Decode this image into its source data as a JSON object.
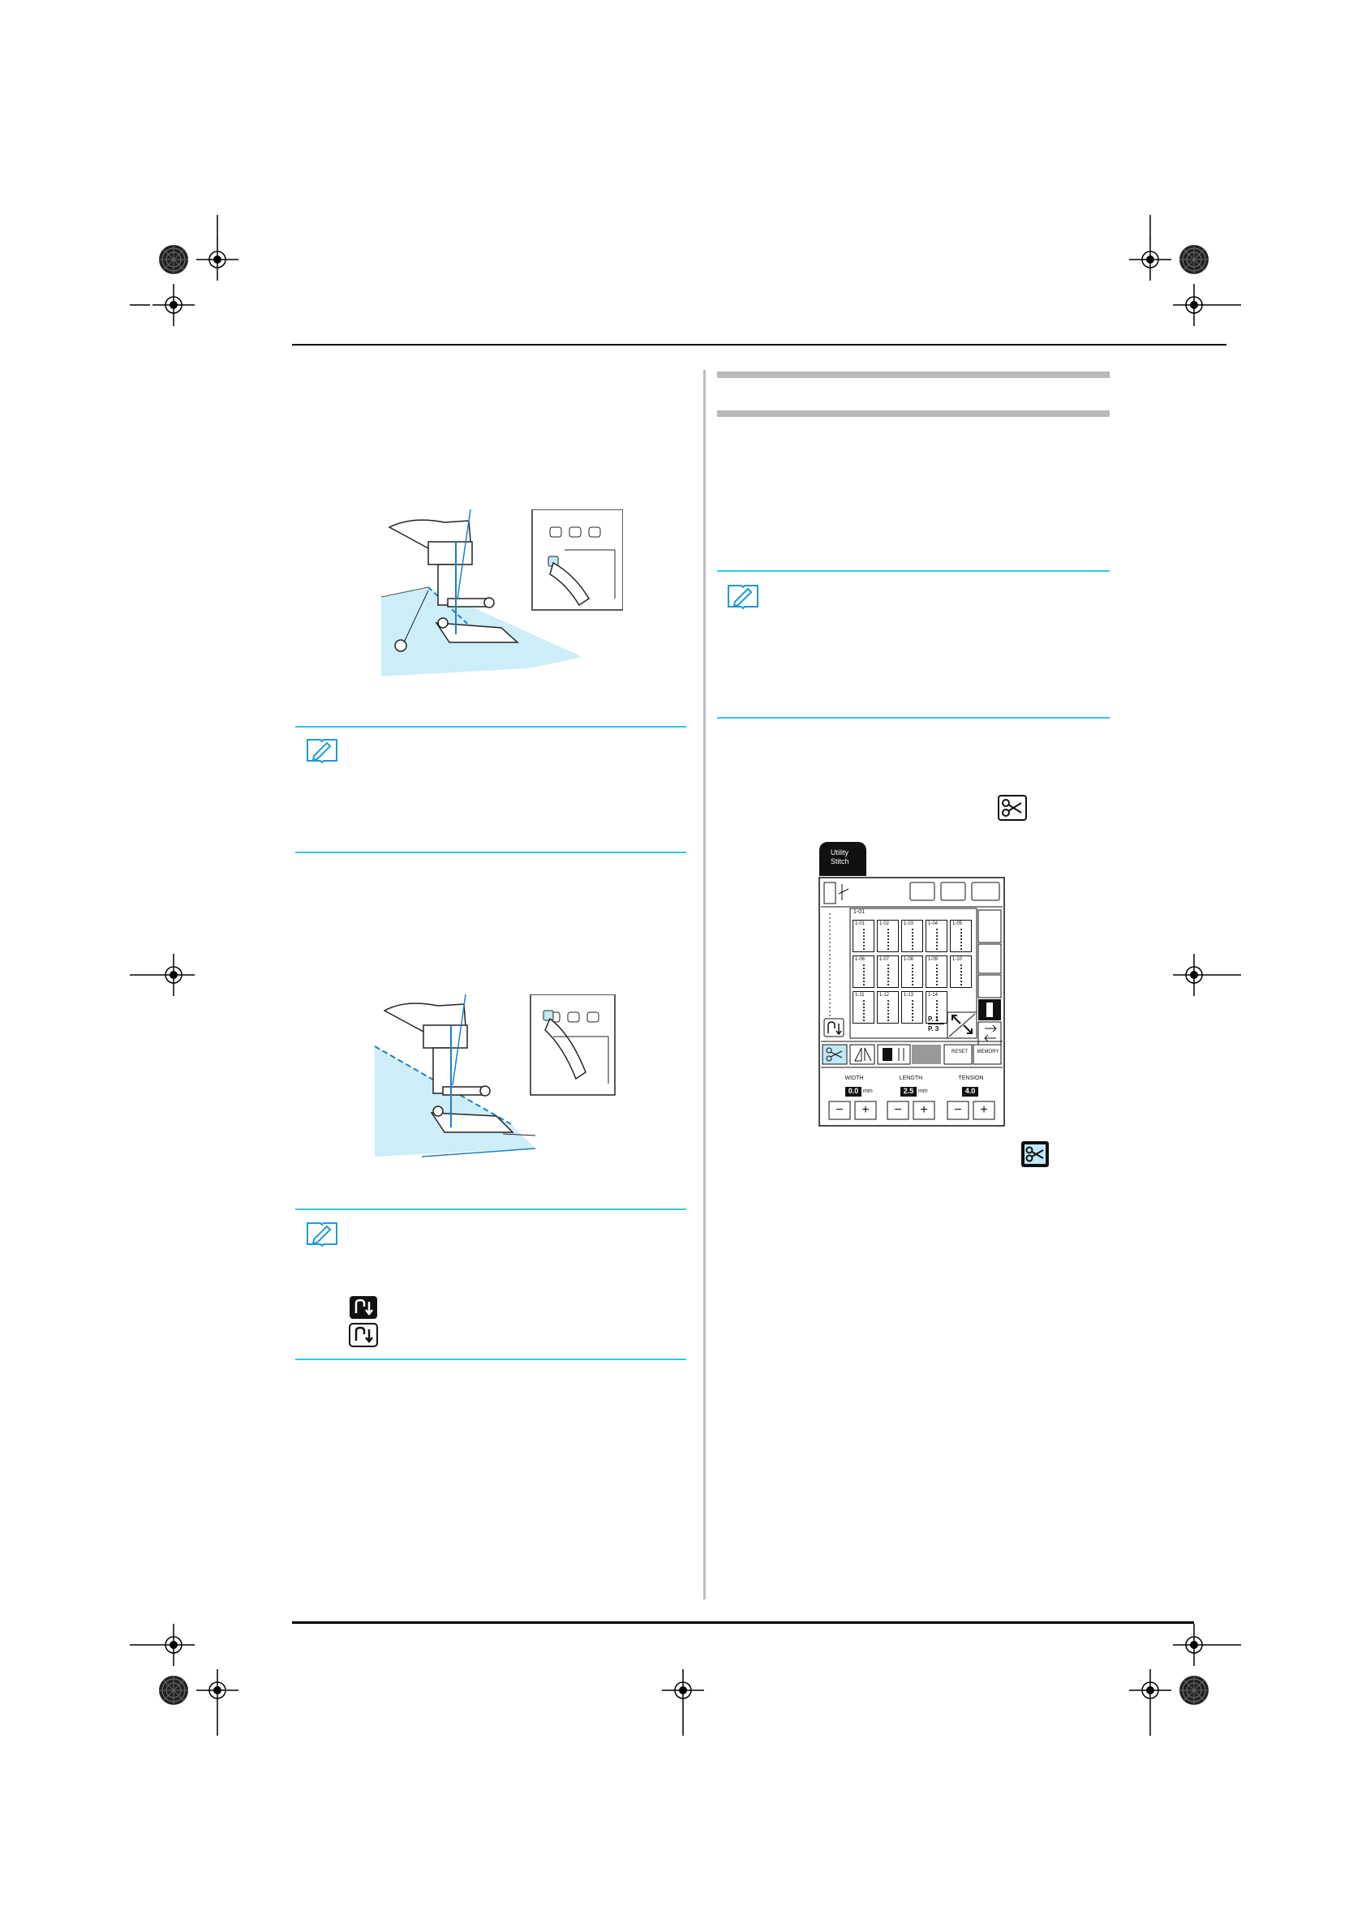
{
  "screen": {
    "tab_line1": "Utility",
    "tab_line2": "Stitch",
    "stitch_group": "1-01",
    "stitches": [
      "1-01",
      "1-02",
      "1-03",
      "1-04",
      "1-05",
      "1-06",
      "1-07",
      "1-08",
      "1-09",
      "1-10",
      "1-11",
      "1-12",
      "1-13",
      "1-14"
    ],
    "page_top": "P. 1",
    "page_bottom": "P. 3",
    "reset_label": "RESET",
    "memory_label": "MEMORY",
    "width_label": "WIDTH",
    "width_value": "0.0",
    "width_unit": "mm",
    "length_label": "LENGTH",
    "length_value": "2.5",
    "length_unit": "mm",
    "tension_label": "TENSION",
    "tension_value": "4.0",
    "minus": "−",
    "plus": "+"
  },
  "icons": {
    "memo": "memo-pencil-icon",
    "thread_cut": "scissors-icon",
    "reverse_stitch": "reverse-stitch-icon",
    "registration": "registration-mark-icon"
  },
  "colors": {
    "memo_rule": "#36c6e6",
    "fabric": "#cdeef8",
    "lcd_highlight": "#bfe8f6"
  }
}
